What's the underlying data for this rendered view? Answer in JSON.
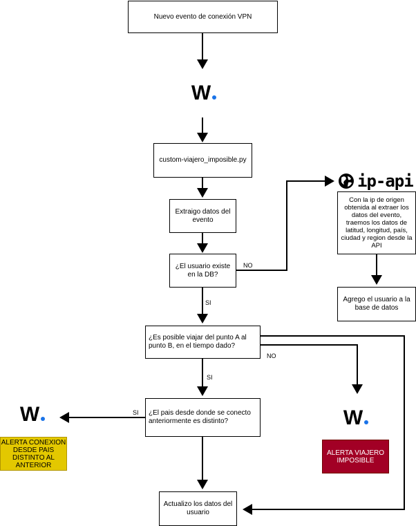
{
  "colors": {
    "accent": "#1a73e8",
    "alert_red": "#a20025",
    "alert_yellow": "#e3c800"
  },
  "nodes": {
    "start": "Nuevo evento de conexión VPN",
    "script": "custom-viajero_imposible.py",
    "extract": "Extraigo datos del evento",
    "user_exists": "¿El usuario existe en la DB?",
    "ipapi_desc": "Con la ip de origen obtenida al extraer los datos del evento, traemos los datos de latitud, longitud, país, ciudad y region desde la API",
    "add_user": "Agrego el usuario a la base de datos",
    "possible_travel": "¿Es posible viajar del punto A al punto B, en el tiempo dado?",
    "country_diff": "¿El pais desde donde se conecto anteriormente es distinto?",
    "update_user": "Actualizo los datos del usuario",
    "alert_country": "ALERTA CONEXION DESDE PAIS DISTINTO AL ANTERIOR",
    "alert_impossible": "ALERTA VIAJERO IMPOSIBLE"
  },
  "edge_labels": {
    "no_user": "NO",
    "si_user": "SI",
    "no_travel": "NO",
    "si_travel": "SI",
    "si_country": "SI"
  },
  "logos": {
    "w_letter": "W",
    "ipapi_text": "ip-api",
    "ipapi_icon": "globe-icon"
  }
}
